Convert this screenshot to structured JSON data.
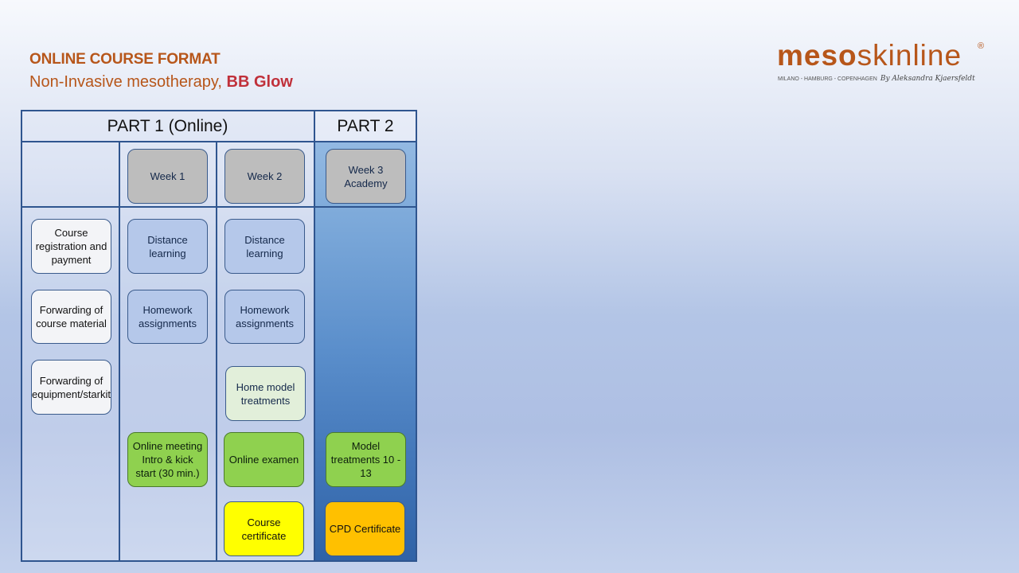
{
  "header": {
    "title": "ONLINE COURSE FORMAT",
    "subtitle_prefix": "Non-Invasive mesotherapy, ",
    "subtitle_highlight": "BB Glow"
  },
  "logo": {
    "word_bold": "meso",
    "word_light": "skinline",
    "registered": "®",
    "tagline": "MILANO - HAMBURG - COPENHAGEN",
    "signature": "By Aleksandra Kjaersfeldt"
  },
  "table": {
    "part1_label": "PART 1 (Online)",
    "part2_label": "PART 2",
    "weeks": {
      "week1": "Week 1",
      "week2": "Week 2",
      "week3": "Week 3\nAcademy"
    },
    "steps": {
      "registration": "Course registration and payment",
      "forward_material": "Forwarding of course material",
      "forward_equipment": "Forwarding of equipment/starkit",
      "w1_distance": "Distance learning",
      "w1_homework": "Homework assignments",
      "w1_online_meeting": "Online meeting Intro & kick start (30 min.)",
      "w2_distance": "Distance learning",
      "w2_homework": "Homework assignments",
      "w2_home_model": "Home model treatments",
      "w2_online_exam": "Online examen",
      "w2_certificate": "Course certificate",
      "w3_model_treatments": "Model treatments 10 - 13",
      "w3_cpd": "CPD Certificate"
    }
  }
}
